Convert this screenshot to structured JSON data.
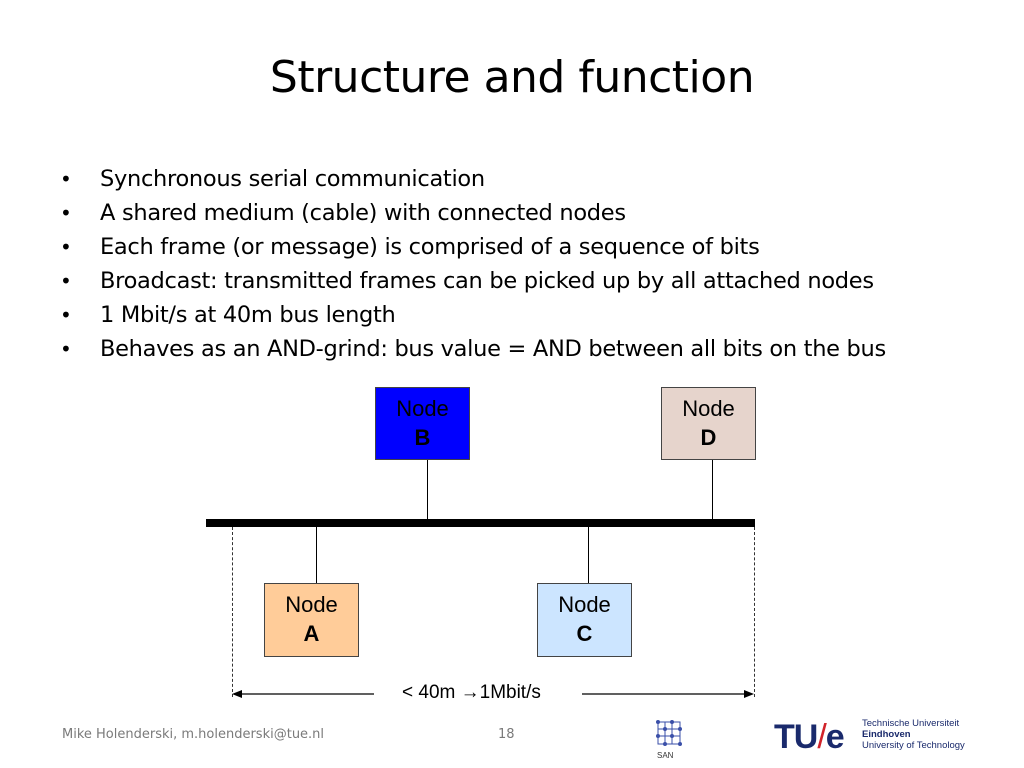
{
  "slide": {
    "title": "Structure and function",
    "bullets": [
      "Synchronous serial communication",
      "A shared medium (cable) with connected nodes",
      "Each frame (or message) is comprised of a sequence of bits",
      "Broadcast: transmitted frames can be picked up by all attached nodes",
      "1 Mbit/s at 40m bus length",
      "Behaves as an AND-grind: bus value = AND between all bits on the bus"
    ],
    "bullet_symbol": "•"
  },
  "diagram": {
    "nodes": [
      {
        "label": "Node",
        "letter": "A",
        "color": "#ffcc99"
      },
      {
        "label": "Node",
        "letter": "B",
        "color": "#0000ff"
      },
      {
        "label": "Node",
        "letter": "C",
        "color": "#cce5ff"
      },
      {
        "label": "Node",
        "letter": "D",
        "color": "#e6d4cc"
      }
    ],
    "measure_prefix": "< 40m ",
    "measure_arrow": "→",
    "measure_suffix": "1Mbit/s"
  },
  "footer": {
    "author": "Mike Holenderski, m.holenderski@tue.nl",
    "page": "18",
    "san_logo_text": "SAN",
    "tue_mark_a": "TU",
    "tue_mark_slash": "/",
    "tue_mark_b": "e",
    "tue_line1": "Technische Universiteit",
    "tue_line2": "Eindhoven",
    "tue_line3": "University of Technology"
  }
}
